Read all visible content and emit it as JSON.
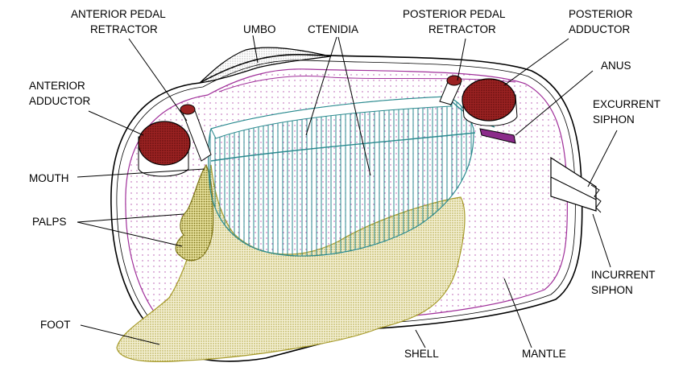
{
  "labels": {
    "anterior_pedal_retractor": [
      "ANTERIOR PEDAL",
      "RETRACTOR"
    ],
    "umbo": "UMBO",
    "ctenidia": "CTENIDIA",
    "posterior_pedal_retractor": [
      "POSTERIOR PEDAL",
      "RETRACTOR"
    ],
    "posterior_adductor": [
      "POSTERIOR",
      "ADDUCTOR"
    ],
    "anterior_adductor": [
      "ANTERIOR",
      "ADDUCTOR"
    ],
    "anus": "ANUS",
    "excurrent_siphon": [
      "EXCURRENT",
      "SIPHON"
    ],
    "mouth": "MOUTH",
    "palps": "PALPS",
    "incurrent_siphon": [
      "INCURRENT",
      "SIPHON"
    ],
    "foot": "FOOT",
    "shell": "SHELL",
    "mantle": "MANTLE"
  },
  "colors": {
    "outline": "#000000",
    "mantle": "#a0309a",
    "ctenidia": "#2a8a8f",
    "foot_palps": "#a69a2a",
    "muscle": "#8b1a1a",
    "background": "#ffffff"
  }
}
